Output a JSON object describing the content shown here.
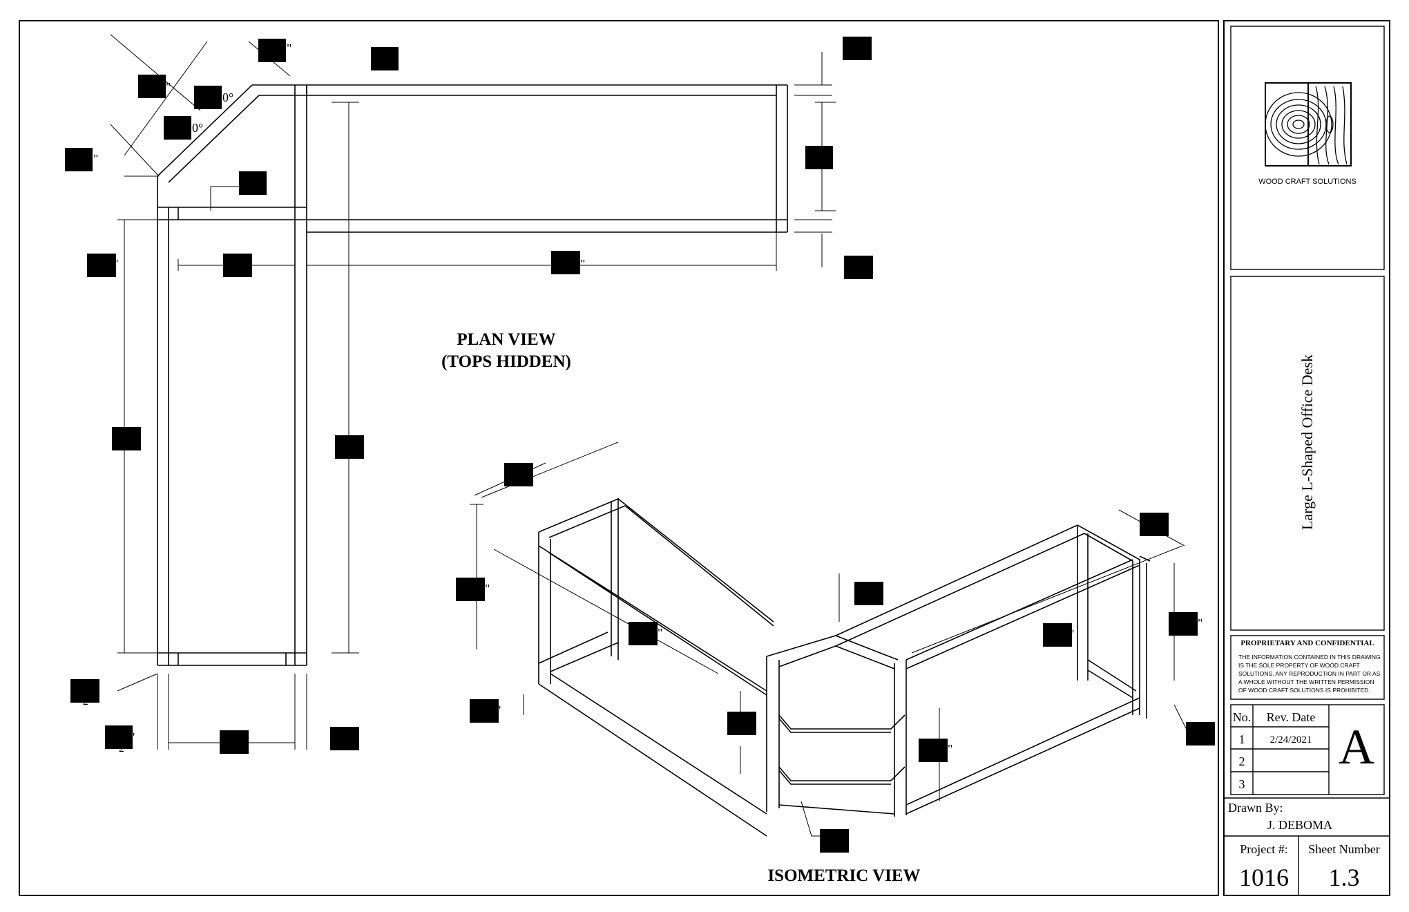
{
  "plan": {
    "title_line1": "PLAN VIEW",
    "title_line2": "(TOPS HIDDEN)"
  },
  "isometric": {
    "title": "ISOMETRIC VIEW"
  },
  "dim_fragments": {
    "f1": "\"",
    "f2": "\"",
    "f3": "\"",
    "f4": "0°",
    "f5": "0°",
    "f6": "\"",
    "f7": "'",
    "f8": "'",
    "f9": "\"",
    "f10": "\"",
    "f11": "\"",
    "f12": "'",
    "f13": "'",
    "f14": "\"",
    "f15": "\"",
    "f16": "2",
    "f17": "2"
  },
  "title_block": {
    "company": "WOOD CRAFT SOLUTIONS",
    "drawing_title": "Large L-Shaped Office Desk",
    "proprietary_heading": "PROPRIETARY AND CONFIDENTIAL",
    "proprietary_lines": [
      "THE INFORMATION CONTAINED IN THIS DRAWING",
      "IS THE SOLE PROPERTY OF WOOD CRAFT",
      "SOLUTIONS. ANY REPRODUCTION IN PART OR AS",
      "A WHOLE WITHOUT THE WRITTEN PERMISSION",
      "OF WOOD CRAFT SOLUTIONS IS PROHIBITED."
    ],
    "rev_header_no": "No.",
    "rev_header_date": "Rev. Date",
    "revisions": [
      {
        "no": "1",
        "date": "2/24/2021"
      },
      {
        "no": "2",
        "date": ""
      },
      {
        "no": "3",
        "date": ""
      }
    ],
    "revision_letter": "A",
    "drawn_by_label": "Drawn By:",
    "drawn_by": "J. DEBOMA",
    "project_label": "Project #:",
    "project_number": "1016",
    "sheet_label": "Sheet Number",
    "sheet_number": "1.3"
  }
}
